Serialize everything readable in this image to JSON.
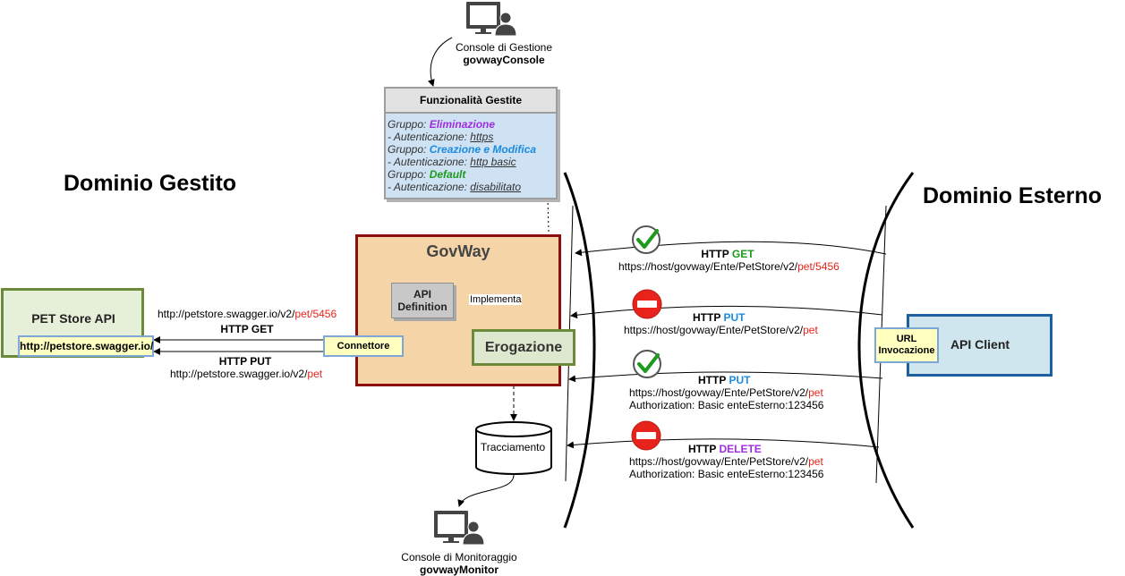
{
  "domains": {
    "managed": "Dominio Gestito",
    "external": "Dominio Esterno"
  },
  "console_gestione": {
    "line1": "Console di Gestione",
    "line2": "govwayConsole"
  },
  "console_monitoraggio": {
    "line1": "Console di Monitoraggio",
    "line2": "govwayMonitor"
  },
  "funzionalita": {
    "title": "Funzionalità Gestite",
    "gruppo_label": "Gruppo:",
    "auth_label": "- Autenticazione:",
    "groups": [
      {
        "name": "Eliminazione",
        "auth": "https",
        "color": "#9c2ee0"
      },
      {
        "name": "Creazione e Modifica",
        "auth": "http basic",
        "color": "#1b8ae0"
      },
      {
        "name": "Default",
        "auth": "disabilitato",
        "color": "#1c9a1c"
      }
    ]
  },
  "govway": {
    "title": "GovWay",
    "api_definition": "API Definition",
    "implementa": "Implementa",
    "erogazione": "Erogazione",
    "connettore": "Connettore",
    "tracciamento": "Tracciamento"
  },
  "pet_store": {
    "title": "PET Store API",
    "url": "http://petstore.swagger.io/"
  },
  "backend_calls": [
    {
      "url_prefix": "http://petstore.swagger.io/v2/",
      "url_suffix": "pet/5456",
      "method_prefix": "HTTP",
      "method": "GET"
    },
    {
      "url_prefix": "http://petstore.swagger.io/v2/",
      "url_suffix": "pet",
      "method_prefix": "HTTP",
      "method": "PUT"
    }
  ],
  "api_client": {
    "title": "API Client",
    "url_invocazione": "URL Invocazione"
  },
  "requests": [
    {
      "method_prefix": "HTTP",
      "method": "GET",
      "method_color": "#1c9a1c",
      "url_prefix": "https://host/govway/Ente/PetStore/v2/",
      "url_suffix": "pet/5456",
      "auth": "",
      "status": "allowed"
    },
    {
      "method_prefix": "HTTP",
      "method": "PUT",
      "method_color": "#1b8ae0",
      "url_prefix": "https://host/govway/Ente/PetStore/v2/",
      "url_suffix": "pet",
      "auth": "",
      "status": "denied"
    },
    {
      "method_prefix": "HTTP",
      "method": "PUT",
      "method_color": "#1b8ae0",
      "url_prefix": "https://host/govway/Ente/PetStore/v2/",
      "url_suffix": "pet",
      "auth": "Authorization: Basic enteEsterno:123456",
      "status": "allowed"
    },
    {
      "method_prefix": "HTTP",
      "method": "DELETE",
      "method_color": "#9c2ee0",
      "url_prefix": "https://host/govway/Ente/PetStore/v2/",
      "url_suffix": "pet",
      "auth": "Authorization: Basic enteEsterno:123456",
      "status": "denied"
    }
  ],
  "colors": {
    "allowed": "#1c9a1c",
    "denied": "#e8231b",
    "url_highlight": "#e8231b"
  },
  "icons": {
    "allowed": "check-circle-icon",
    "denied": "no-entry-icon",
    "console": "computer-user-icon"
  }
}
